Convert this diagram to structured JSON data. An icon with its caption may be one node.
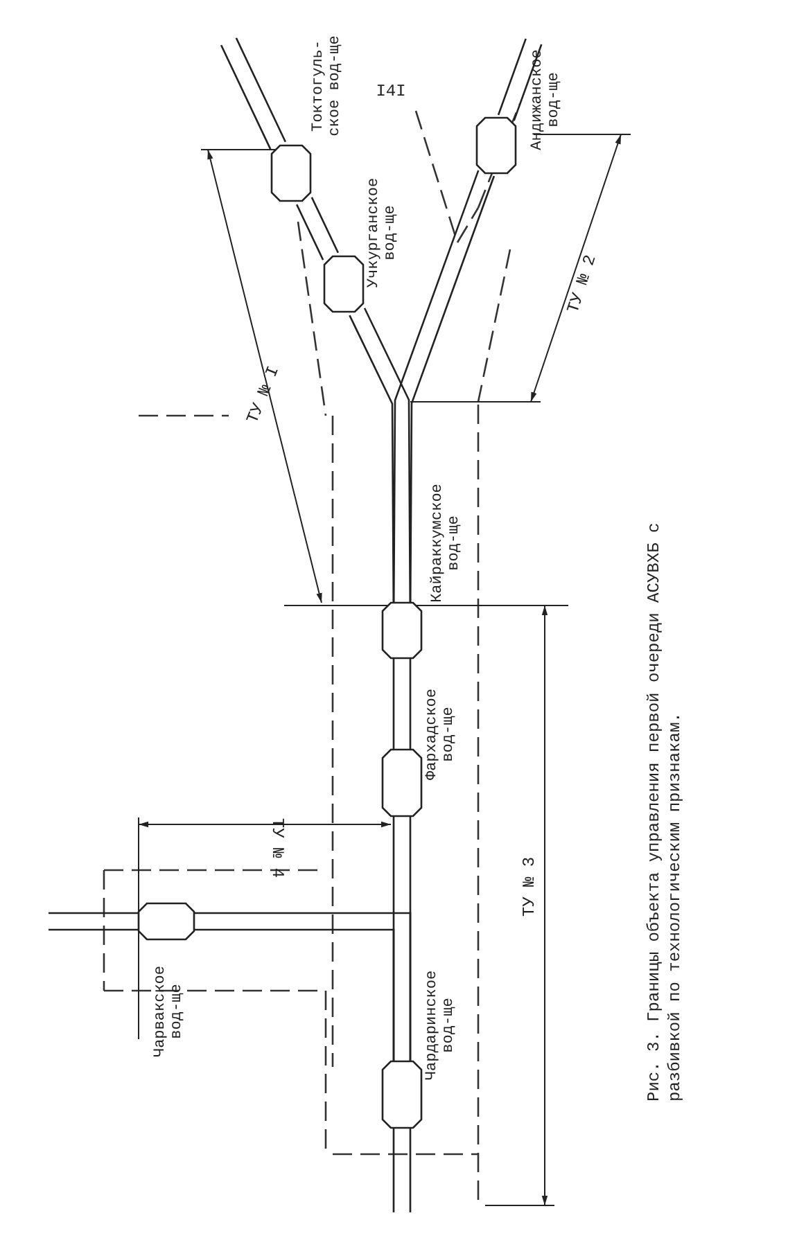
{
  "diagram": {
    "caption": "Рис. 3. Границы объекта управления первой очереди АСУВХБ с разбивкой по технологическим признакам.",
    "nodes": [
      {
        "text": [
          "Токтогуль-ское вод-ще"
        ]
      },
      {
        "text": [
          "Учкурганское вод-ще"
        ]
      },
      {
        "text": [
          "Андижанское вод-ще"
        ]
      },
      {
        "text": [
          "Кайраккумское вод-ще"
        ]
      },
      {
        "text": [
          "Фархадское вод-ще"
        ]
      },
      {
        "text": [
          "Чарвакское вод-ще"
        ]
      },
      {
        "text": [
          "Чардаринское вод-ще"
        ]
      }
    ],
    "edges": [
      {
        "from": null,
        "to": 0,
        "arrow": "none"
      },
      {
        "from": 0,
        "to": 1,
        "arrow": "none"
      },
      {
        "from": 1,
        "to": 3,
        "arrow": "none"
      },
      {
        "from": null,
        "to": 2,
        "arrow": "none"
      },
      {
        "from": 2,
        "to": 3,
        "arrow": "none"
      },
      {
        "from": 3,
        "to": 4,
        "arrow": "none"
      },
      {
        "from": 4,
        "to": 6,
        "arrow": "none"
      },
      {
        "from": null,
        "to": 5,
        "arrow": "none"
      },
      {
        "from": 5,
        "to": 6,
        "arrow": "none"
      },
      {
        "from": 6,
        "to": null,
        "arrow": "none"
      }
    ],
    "labels": [
      "I4I",
      "ТУ № I",
      "ТУ № 2",
      "ТУ № 4",
      "ТУ № 3"
    ]
  }
}
